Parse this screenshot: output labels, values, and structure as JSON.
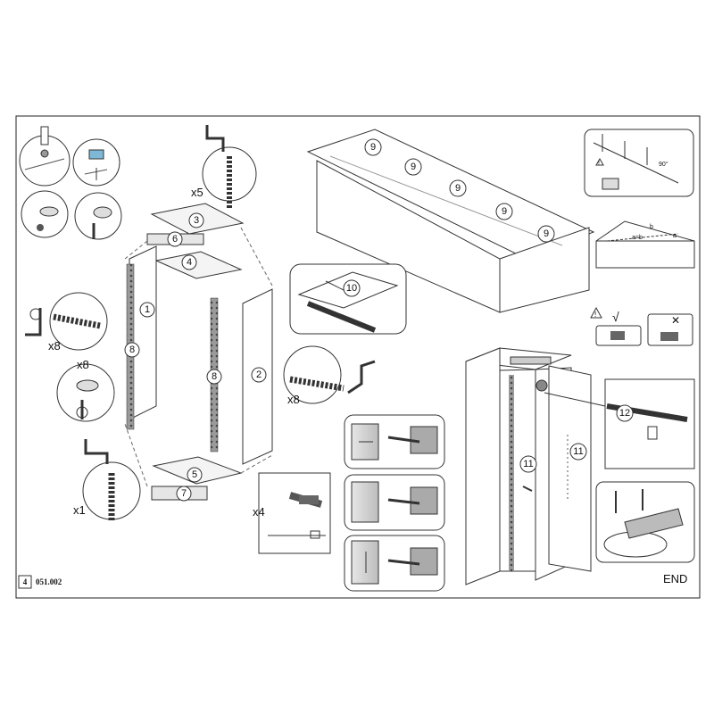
{
  "page_number": "4",
  "doc_code": "051.002",
  "end_label": "END",
  "quantities": {
    "top_screw_qty": "x5",
    "left_bolt_qty": "x8",
    "left_cam_qty": "x8",
    "right_bolt_qty": "x8",
    "bottom_screw_qty": "x1",
    "nail_qty": "x4"
  },
  "part_numbers": {
    "p1": "1",
    "p2": "2",
    "p3": "3",
    "p4": "4",
    "p5": "5",
    "p6": "6",
    "p7": "7",
    "p8a": "8",
    "p8b": "8",
    "p9a": "9",
    "p9b": "9",
    "p9c": "9",
    "p9d": "9",
    "p9e": "9",
    "p10": "10",
    "p11a": "11",
    "p11b": "11",
    "p12": "12"
  },
  "diagonal_labels": {
    "a": "a=b",
    "b": "b",
    "a2": "a"
  },
  "check_mark": "√",
  "cross_mark": "✕",
  "warning_mark": "!",
  "angle_label": "90°"
}
